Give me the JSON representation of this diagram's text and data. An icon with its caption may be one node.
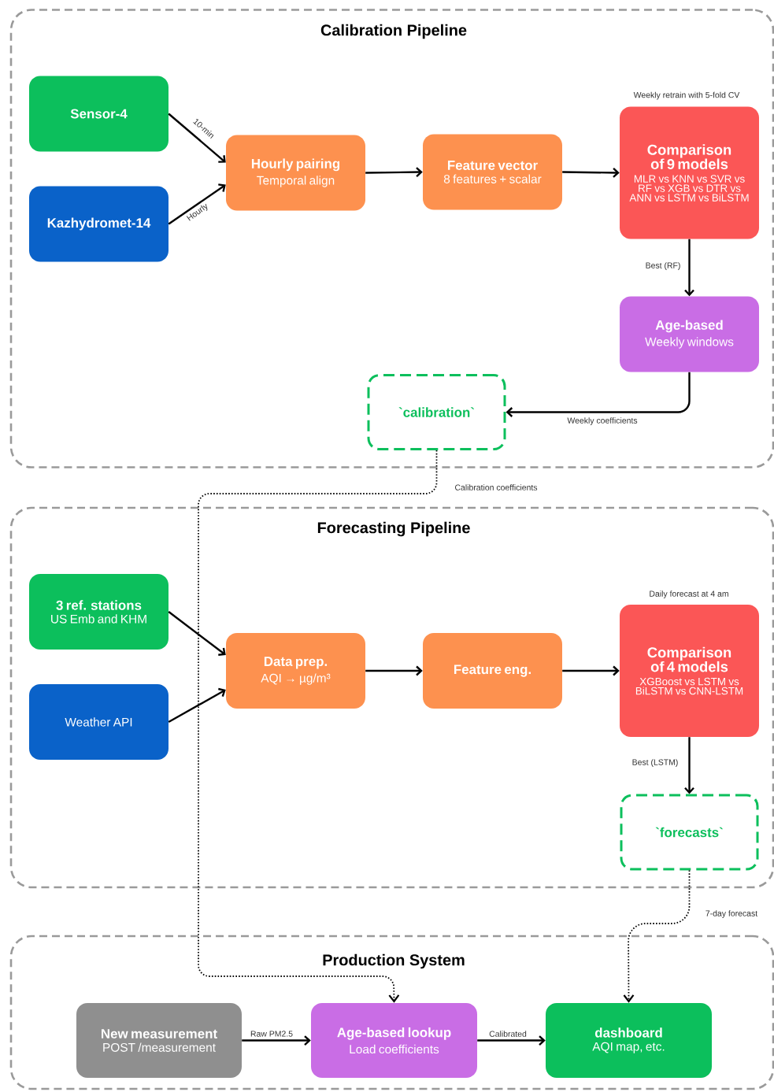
{
  "diagram": {
    "nodes": [
      {
        "text": [
          "Calibration Pipeline"
        ]
      },
      {
        "text": [
          "Sensor-4"
        ],
        "in": 0
      },
      {
        "text": [
          "Kazhydromet-14"
        ],
        "in": 0
      },
      {
        "text": [
          "Hourly pairing",
          "Temporal align"
        ],
        "in": 0
      },
      {
        "text": [
          "Feature vector",
          "8 features + scalar"
        ],
        "in": 0
      },
      {
        "text": [
          "Comparison of 9 models",
          "MLR vs KNN vs SVR vs RF vs XGB vs DTR vs ANN vs LSTM vs BiLSTM"
        ],
        "beside": [
          "Weekly retrain with 5-fold CV"
        ],
        "in": 0
      },
      {
        "text": [
          "Age-based",
          "Weekly windows"
        ],
        "in": 0
      },
      {
        "text": [
          "`calibration`"
        ],
        "in": 0
      },
      {
        "text": [
          "Forecasting Pipeline"
        ]
      },
      {
        "text": [
          "3 ref. stations",
          "US Emb and KHM"
        ],
        "in": 8
      },
      {
        "text": [
          "Weather API"
        ],
        "in": 8
      },
      {
        "text": [
          "Data prep.",
          "AQI → µg/m³"
        ],
        "in": 8
      },
      {
        "text": [
          "Feature eng."
        ],
        "in": 8
      },
      {
        "text": [
          "Comparison of 4 models",
          "XGBoost vs LSTM vs BiLSTM vs CNN-LSTM"
        ],
        "beside": [
          "Daily forecast at 4 am"
        ],
        "in": 8
      },
      {
        "text": [
          "`forecasts`"
        ],
        "in": 8
      },
      {
        "text": [
          "Production System"
        ]
      },
      {
        "text": [
          "New measurement",
          "POST /measurement"
        ],
        "in": 15
      },
      {
        "text": [
          "Age-based lookup",
          "Load coefficients"
        ],
        "in": 15
      },
      {
        "text": [
          "dashboard",
          "AQI map, etc."
        ],
        "in": 15
      }
    ],
    "edges": [
      {
        "from": 1,
        "to": 3,
        "arrow": "to",
        "label": "10-min"
      },
      {
        "from": 2,
        "to": 3,
        "arrow": "to",
        "label": "Hourly"
      },
      {
        "from": 3,
        "to": 4,
        "arrow": "to"
      },
      {
        "from": 4,
        "to": 5,
        "arrow": "to"
      },
      {
        "from": 5,
        "to": 6,
        "arrow": "to",
        "label": "Best (RF)"
      },
      {
        "from": 6,
        "to": 7,
        "arrow": "to",
        "label": "Weekly coefficients"
      },
      {
        "from": 7,
        "to": 17,
        "arrow": "to",
        "label": "Calibration coefficients",
        "style": "dashed"
      },
      {
        "from": 9,
        "to": 11,
        "arrow": "to"
      },
      {
        "from": 10,
        "to": 11,
        "arrow": "to"
      },
      {
        "from": 11,
        "to": 12,
        "arrow": "to"
      },
      {
        "from": 12,
        "to": 13,
        "arrow": "to"
      },
      {
        "from": 13,
        "to": 14,
        "arrow": "to",
        "label": "Best (LSTM)"
      },
      {
        "from": 14,
        "to": 18,
        "arrow": "to",
        "label": "7-day forecast",
        "style": "dashed"
      },
      {
        "from": 16,
        "to": 17,
        "arrow": "to",
        "label": "Raw PM2.5"
      },
      {
        "from": 17,
        "to": 18,
        "arrow": "to",
        "label": "Calibrated"
      }
    ]
  }
}
